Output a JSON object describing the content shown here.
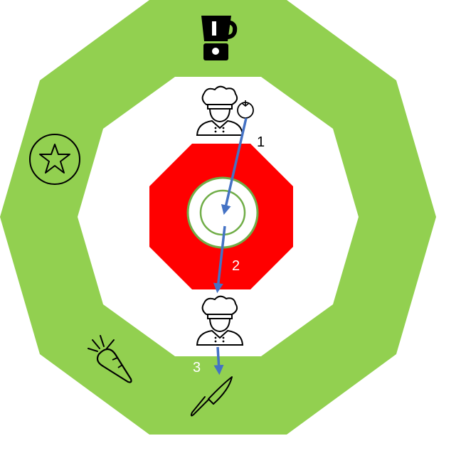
{
  "colors": {
    "outer_ring": "#92D050",
    "inner_area": "#FFFFFF",
    "center_octagon": "#FF0000",
    "plate": "#FFFFFF",
    "plate_rim": "#70AD47",
    "arrow": "#4472C4",
    "icon_stroke": "#000000"
  },
  "icons": [
    "blender-icon",
    "star-icon",
    "carrot-icon",
    "chef-icon",
    "chef-icon",
    "tomato-icon",
    "plate-icon",
    "knife-icon"
  ],
  "steps": [
    {
      "label": "1",
      "color": "#000000"
    },
    {
      "label": "2",
      "color": "#FFFFFF"
    },
    {
      "label": "3",
      "color": "#FFFFFF"
    }
  ]
}
